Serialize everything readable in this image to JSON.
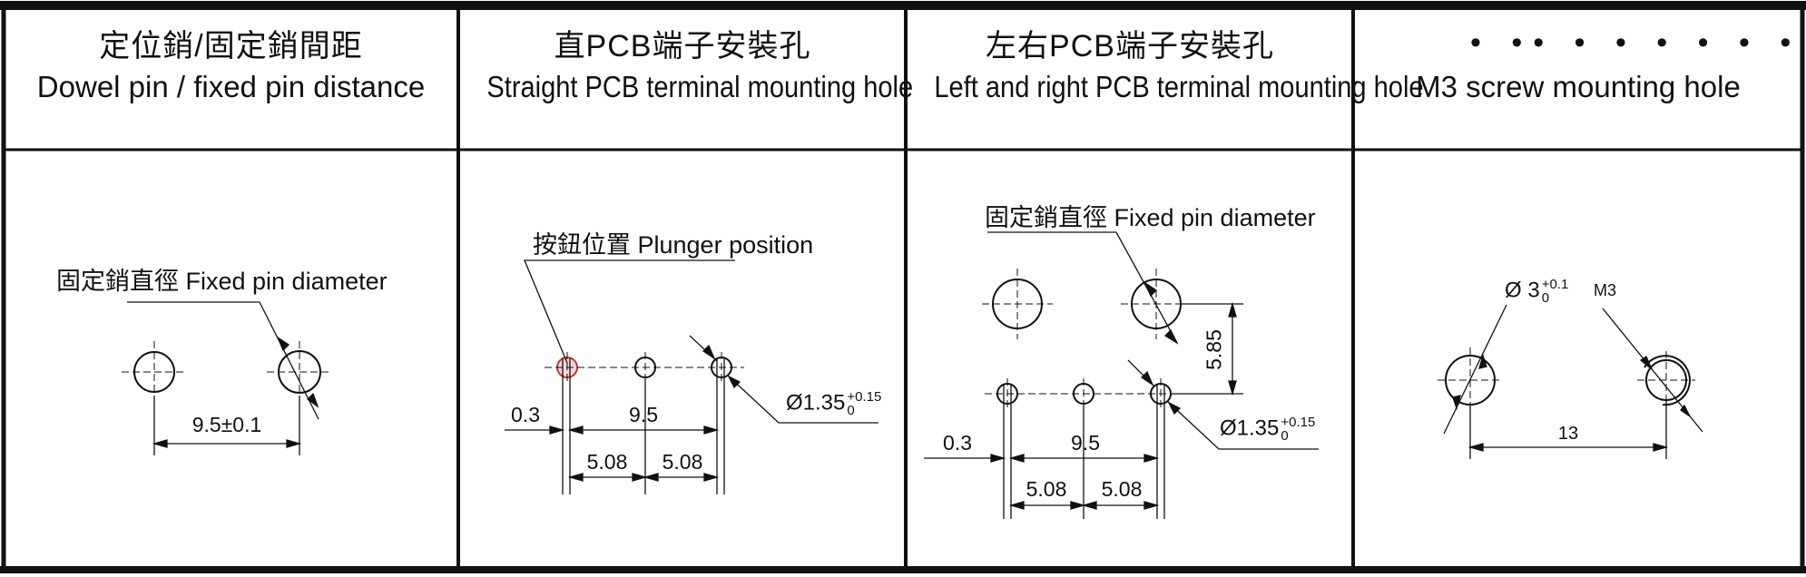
{
  "panels": [
    {
      "title_zh": "定位銷/固定銷間距",
      "title_en": "Dowel pin / fixed pin distance",
      "label": "固定銷直徑 Fixed pin diameter",
      "dim_spacing": "9.5±0.1"
    },
    {
      "title_zh": "直PCB端子安裝孔",
      "title_en": "Straight PCB terminal mounting hole",
      "label": "按鈕位置 Plunger position",
      "dim_offset": "0.3",
      "dim_span": "9.5",
      "dim_pitch_left": "5.08",
      "dim_pitch_right": "5.08",
      "diameter_main": "Ø1.35",
      "tol_upper": "+0.15",
      "tol_lower": "0"
    },
    {
      "title_zh": "左右PCB端子安裝孔",
      "title_en": "Left and right PCB terminal mounting hole",
      "label": "固定銷直徑 Fixed pin diameter",
      "dim_vertical": "5.85",
      "dim_offset": "0.3",
      "dim_span": "9.5",
      "dim_pitch_left": "5.08",
      "dim_pitch_right": "5.08",
      "diameter_main": "Ø1.35",
      "tol_upper": "+0.15",
      "tol_lower": "0"
    },
    {
      "title_dots": "• •• • • • • • • • • • •",
      "title_en": "M3 screw mounting hole",
      "diameter_main": "Ø 3",
      "tol_upper": "+0.1",
      "tol_lower": "0",
      "thread_label": "M3",
      "dim_spacing": "13"
    }
  ],
  "colors": {
    "line": "#111111",
    "plunger_highlight": "#c0392b"
  }
}
